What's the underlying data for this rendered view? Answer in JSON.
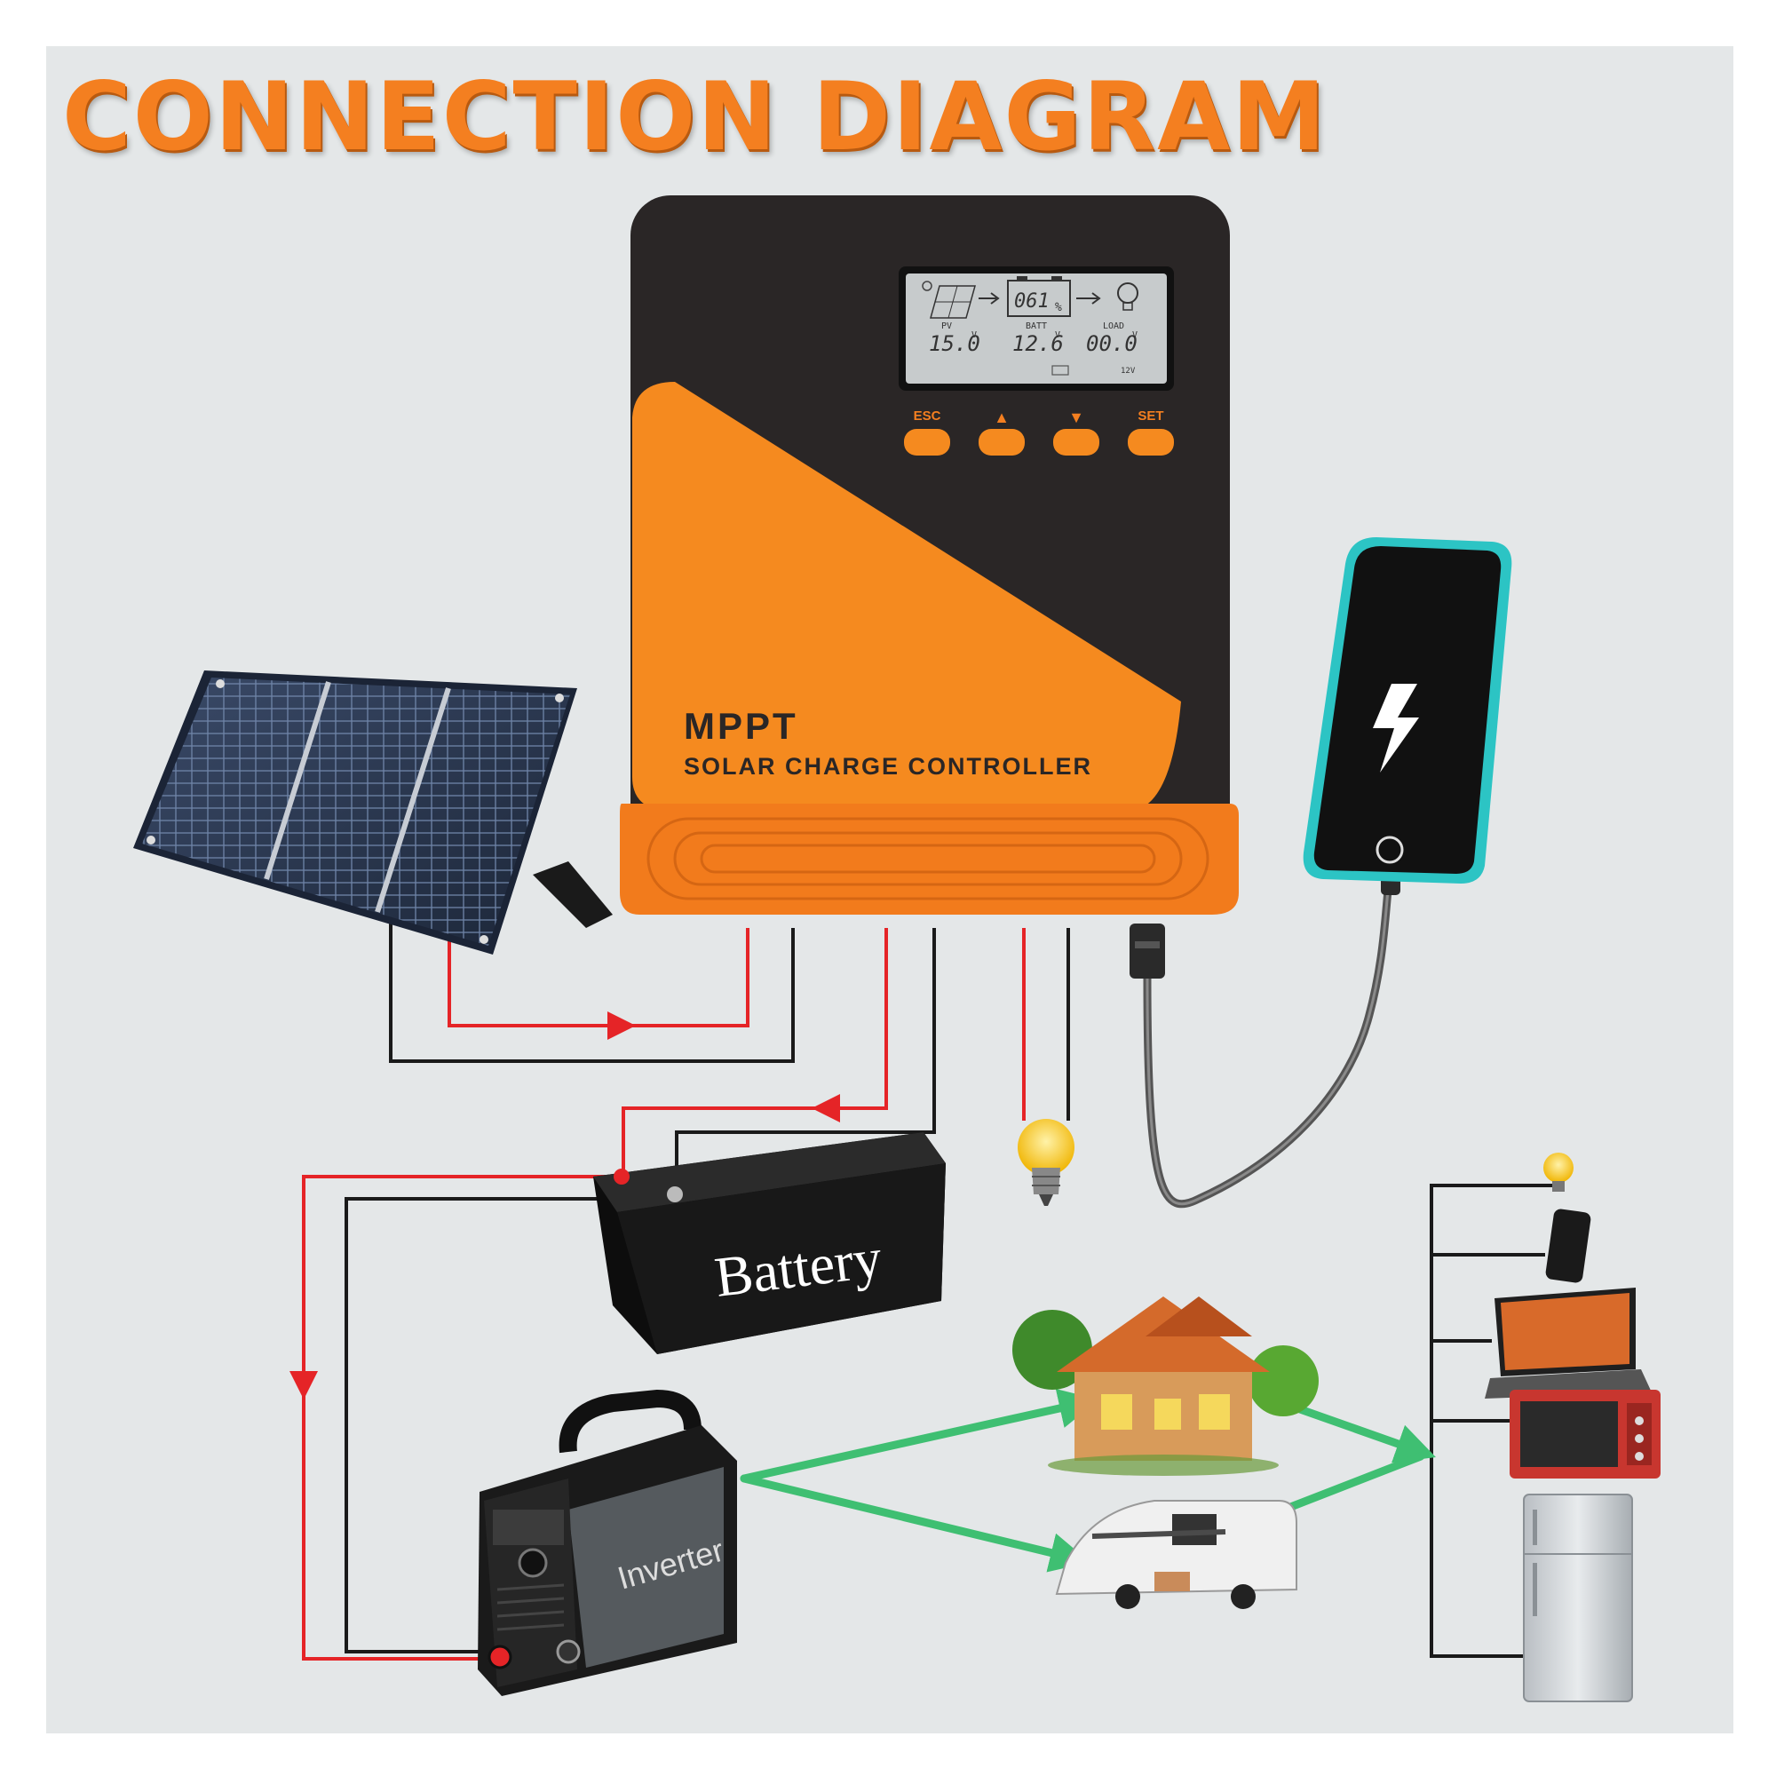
{
  "title": "CONNECTION DIAGRAM",
  "controller": {
    "brand": "MPPT",
    "subtitle": "SOLAR CHARGE CONTROLLER",
    "buttons": [
      "ESC",
      "▲",
      "▼",
      "SET"
    ],
    "display": {
      "battery_percent": "061",
      "percent_unit": "%",
      "pv_label": "PV",
      "pv_value": "15.0",
      "batt_label": "BATT",
      "batt_value": "12.6",
      "load_label": "LOAD",
      "load_value": "00.0",
      "volt_unit": "V",
      "system_voltage": "12V"
    }
  },
  "battery": {
    "label": "Battery"
  },
  "inverter": {
    "label": "Inverter"
  },
  "colors": {
    "accent": "#f47f20",
    "wire_positive": "#e52427",
    "wire_negative": "#1a1a1a",
    "ac_flow": "#3fbf72",
    "background": "#e4e7e8"
  },
  "icons": [
    "solar-panel-icon",
    "bulb-icon",
    "phone-icon",
    "laptop-icon",
    "microwave-icon",
    "fridge-icon",
    "house-icon",
    "caravan-icon"
  ]
}
